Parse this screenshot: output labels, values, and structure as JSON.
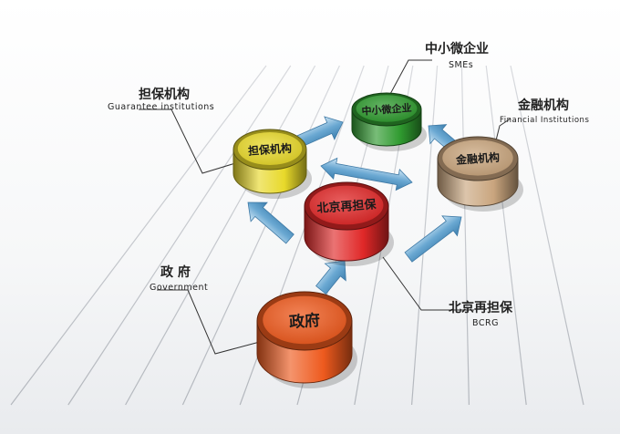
{
  "nodes": {
    "smes": {
      "cn": "中小微企业",
      "en": "SMEs",
      "disc": "中小微企业"
    },
    "guarantee": {
      "cn": "担保机构",
      "en": "Guarantee institutions",
      "disc": "担保机构"
    },
    "financial": {
      "cn": "金融机构",
      "en": "Financial Institutions",
      "disc": "金融机构"
    },
    "bcrg": {
      "cn": "北京再担保",
      "en": "BCRG",
      "disc": "北京再担保"
    },
    "government": {
      "cn": "政 府",
      "en": "Government",
      "disc": "政府"
    }
  },
  "colors": {
    "smes": "#2f9a2f",
    "guarantee": "#e8d92a",
    "financial": "#c9a57e",
    "bcrg": "#e02828",
    "government": "#ee5a1e",
    "arrow": "#5e9fc9"
  }
}
